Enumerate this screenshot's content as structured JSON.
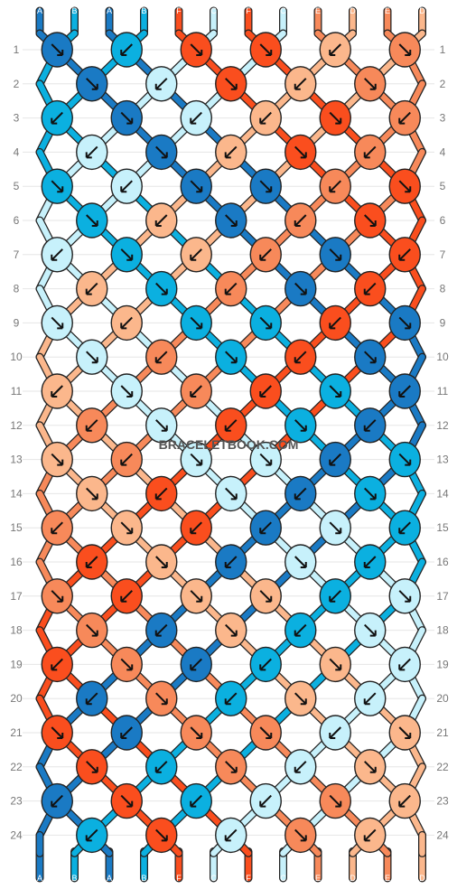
{
  "watermark": "BRACELETBOOK.COM",
  "strand_letters": [
    "A",
    "B",
    "A",
    "B",
    "F",
    "C",
    "F",
    "C",
    "E",
    "D",
    "E",
    "D"
  ],
  "colors": {
    "A": "#1a7ac4",
    "B": "#0bb0e0",
    "C": "#c7f1fb",
    "D": "#fbb78c",
    "E": "#f7895a",
    "F": "#fa4e1e"
  },
  "row_labels": [
    "1",
    "2",
    "3",
    "4",
    "5",
    "6",
    "7",
    "8",
    "9",
    "10",
    "11",
    "12",
    "13",
    "14",
    "15",
    "16",
    "17",
    "18",
    "19",
    "20",
    "21",
    "22",
    "23",
    "24"
  ],
  "knot_arrow_legend": {
    "f": "forward (down-right)",
    "b": "backward (down-left)",
    "fb": "forward-backward",
    "bf": "backward-forward"
  },
  "knots": [
    [
      "f",
      "b",
      "f",
      "f",
      "b",
      "f"
    ],
    [
      "f",
      "b",
      "f",
      "b",
      "f"
    ],
    [
      "b",
      "f",
      "b",
      "b",
      "f",
      "b"
    ],
    [
      "b",
      "f",
      "b",
      "f",
      "b"
    ],
    [
      "f",
      "b",
      "f",
      "f",
      "b",
      "f"
    ],
    [
      "f",
      "b",
      "f",
      "b",
      "f"
    ],
    [
      "b",
      "f",
      "b",
      "b",
      "f",
      "b"
    ],
    [
      "b",
      "f",
      "b",
      "f",
      "b"
    ],
    [
      "f",
      "b",
      "f",
      "f",
      "b",
      "f"
    ],
    [
      "f",
      "b",
      "f",
      "b",
      "f"
    ],
    [
      "b",
      "f",
      "b",
      "b",
      "f",
      "b"
    ],
    [
      "b",
      "f",
      "b",
      "f",
      "b"
    ],
    [
      "f",
      "b",
      "f",
      "f",
      "b",
      "f"
    ],
    [
      "f",
      "b",
      "f",
      "b",
      "f"
    ],
    [
      "b",
      "f",
      "b",
      "b",
      "f",
      "b"
    ],
    [
      "b",
      "f",
      "b",
      "f",
      "b"
    ],
    [
      "f",
      "b",
      "f",
      "f",
      "b",
      "f"
    ],
    [
      "f",
      "b",
      "f",
      "b",
      "f"
    ],
    [
      "b",
      "f",
      "b",
      "b",
      "f",
      "b"
    ],
    [
      "b",
      "f",
      "b",
      "f",
      "b"
    ],
    [
      "f",
      "b",
      "f",
      "f",
      "b",
      "f"
    ],
    [
      "f",
      "b",
      "f",
      "b",
      "f"
    ],
    [
      "b",
      "f",
      "b",
      "b",
      "f",
      "b"
    ],
    [
      "b",
      "f",
      "b",
      "f",
      "b"
    ]
  ]
}
